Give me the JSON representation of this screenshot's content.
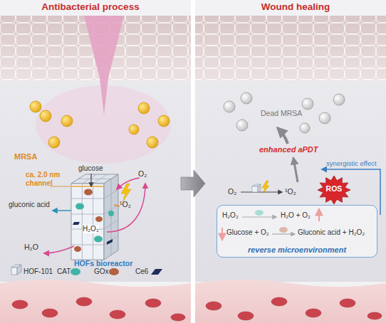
{
  "diagram": {
    "nodes": [
      {
        "text": [
          "Antibacterial process"
        ]
      },
      {
        "text": [
          "Wound healing"
        ]
      },
      {
        "text": [
          "reverse microenvironment"
        ],
        "in": 1
      },
      {
        "text": [
          "ROS"
        ],
        "in": 1
      }
    ],
    "edges": [
      {
        "from": 0,
        "to": 1,
        "arrow": "to"
      }
    ],
    "labels": [
      "MRSA",
      "ca. 2.0 nm channel",
      "glucose",
      "O₂",
      "gluconic acid",
      "¹O₂",
      "H₂O₂",
      "H₂O",
      "HOFs bioreactor",
      "Dead MRSA",
      "enhanced aPDT",
      "synergistic effect",
      "O₂",
      "¹O₂",
      "H₂O₂",
      "H₂O + O₂",
      "Glucose + O₂",
      "Gluconic acid + H₂O₂"
    ],
    "legend": [
      {
        "text": "HOF-101"
      },
      {
        "text": "CAT"
      },
      {
        "text": "GOx"
      },
      {
        "text": "Ce6"
      }
    ]
  }
}
